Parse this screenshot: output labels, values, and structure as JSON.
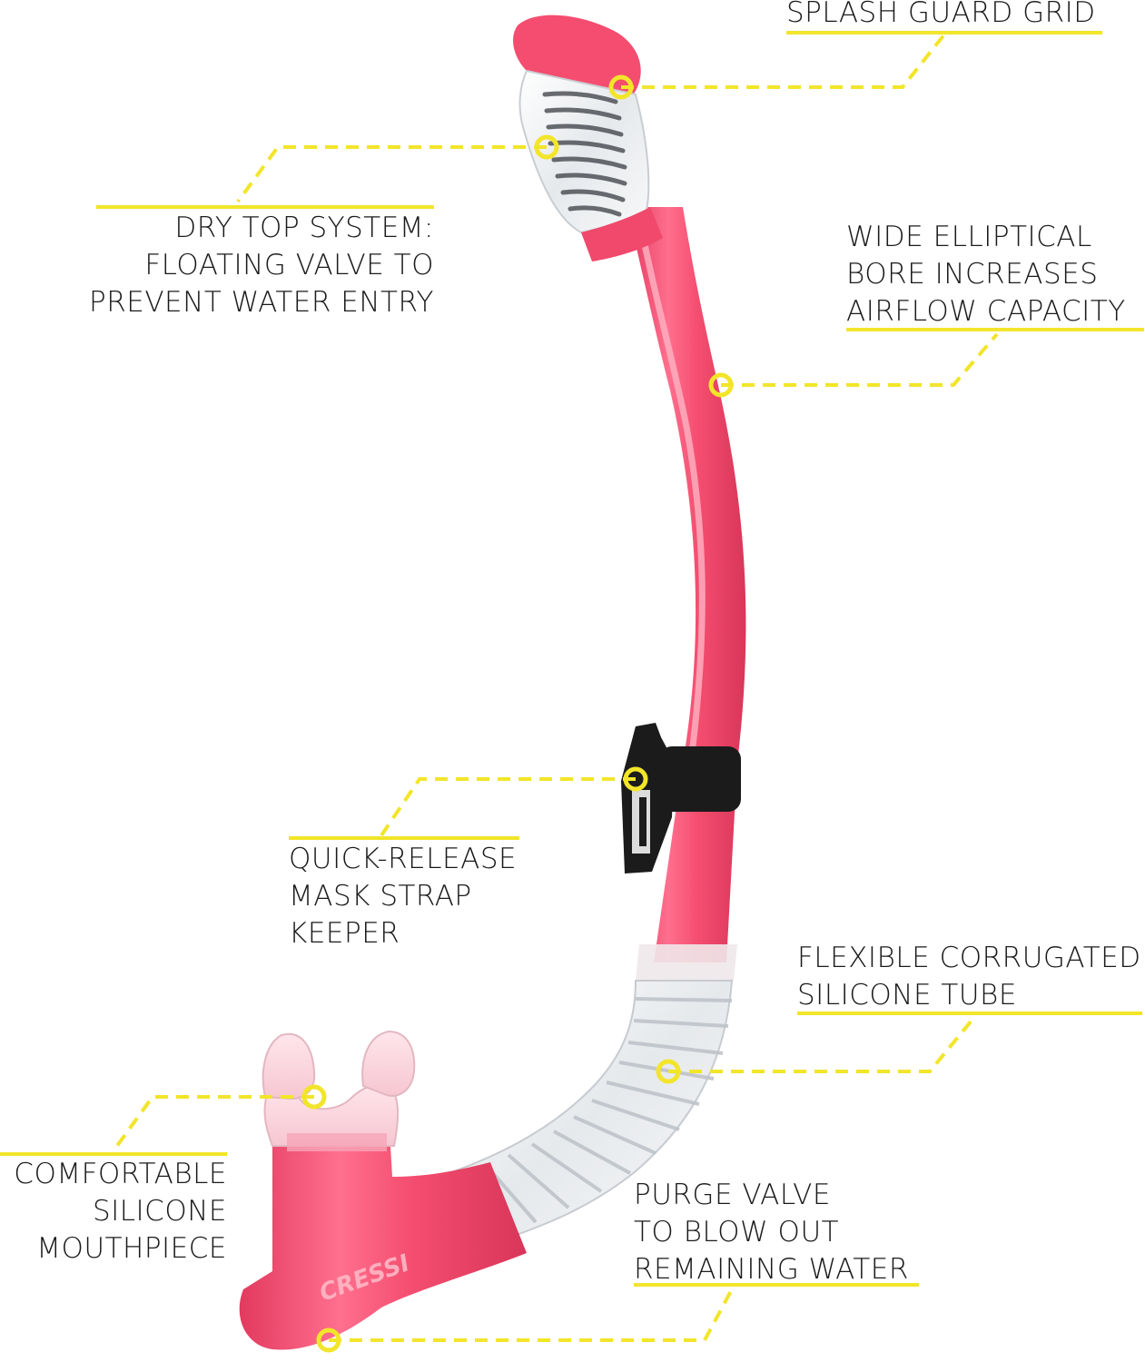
{
  "diagram": {
    "brand_mark": "CRESSI",
    "colors": {
      "tube_pink": "#f44d6f",
      "tube_pink_light": "#ff8aa3",
      "clear_silicone": "#eef0f2",
      "keeper_black": "#1b1b1b",
      "callout_yellow": "#f2e52a"
    },
    "callouts": [
      {
        "id": "splash",
        "lines": [
          "SPLASH GUARD GRID"
        ]
      },
      {
        "id": "drytop",
        "lines": [
          "DRY TOP SYSTEM:",
          "FLOATING VALVE TO",
          "PREVENT WATER ENTRY"
        ]
      },
      {
        "id": "bore",
        "lines": [
          "WIDE ELLIPTICAL",
          "BORE INCREASES",
          "AIRFLOW CAPACITY"
        ]
      },
      {
        "id": "keeper",
        "lines": [
          "QUICK-RELEASE",
          "MASK STRAP",
          "KEEPER"
        ]
      },
      {
        "id": "flex",
        "lines": [
          "FLEXIBLE CORRUGATED",
          "SILICONE TUBE"
        ]
      },
      {
        "id": "mouth",
        "lines": [
          "COMFORTABLE",
          "SILICONE",
          "MOUTHPIECE"
        ]
      },
      {
        "id": "purge",
        "lines": [
          "PURGE VALVE",
          "TO BLOW OUT",
          "REMAINING WATER"
        ]
      }
    ]
  }
}
